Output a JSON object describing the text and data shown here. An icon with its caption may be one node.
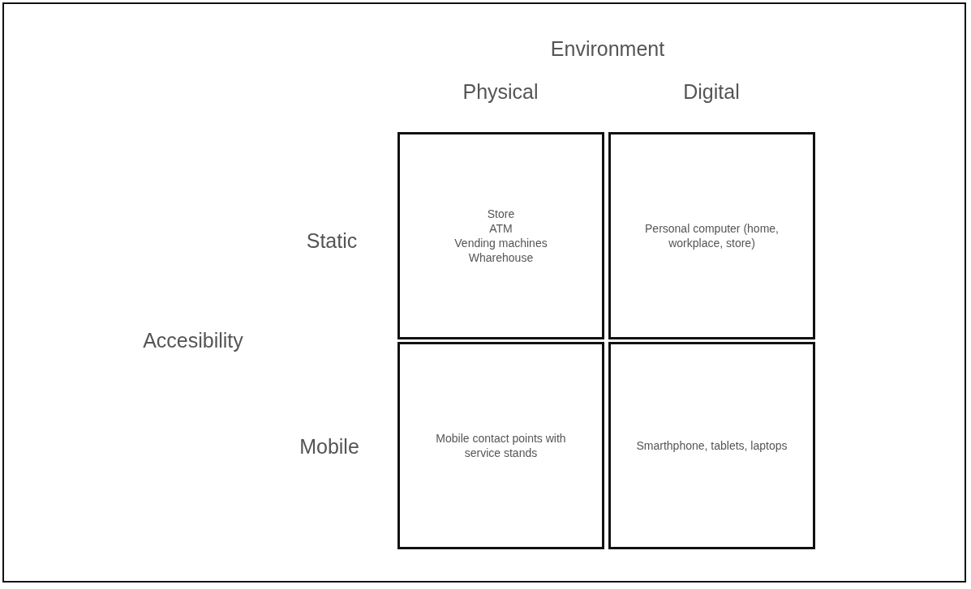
{
  "diagram": {
    "nodes": [
      {
        "text": [
          "Store",
          "ATM",
          "Vending machines",
          "Wharehouse"
        ]
      },
      {
        "text": [
          "Personal computer (home, workplace, store)"
        ]
      },
      {
        "text": [
          "Mobile contact points with service stands"
        ]
      },
      {
        "text": [
          "Smarthphone, tablets, laptops"
        ]
      }
    ],
    "labels": [
      "Environment",
      "Physical",
      "Digital",
      "Static",
      "Accesibility",
      "Mobile"
    ]
  }
}
